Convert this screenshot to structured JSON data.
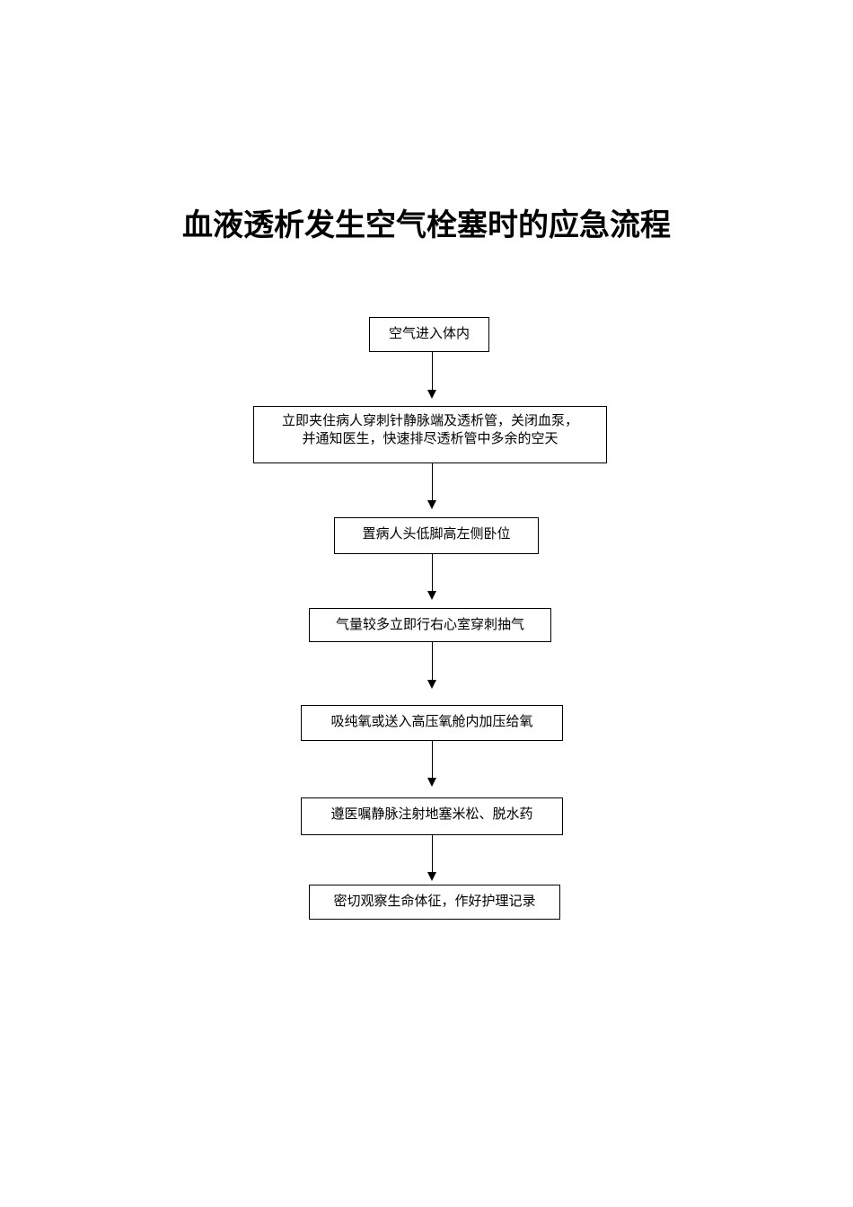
{
  "document": {
    "title": "血液透析发生空气栓塞时的应急流程"
  },
  "flow": {
    "steps": [
      {
        "text": "空气进入体内"
      },
      {
        "text": "立即夹住病人穿刺针静脉端及透析管，关闭血泵，\n并通知医生，快速排尽透析管中多余的空天"
      },
      {
        "text": "置病人头低脚高左侧卧位"
      },
      {
        "text": "气量较多立即行右心室穿刺抽气"
      },
      {
        "text": "吸纯氧或送入高压氧舱内加压给氧"
      },
      {
        "text": "遵医嘱静脉注射地塞米松、脱水药"
      },
      {
        "text": "密切观察生命体征，作好护理记录"
      }
    ]
  }
}
